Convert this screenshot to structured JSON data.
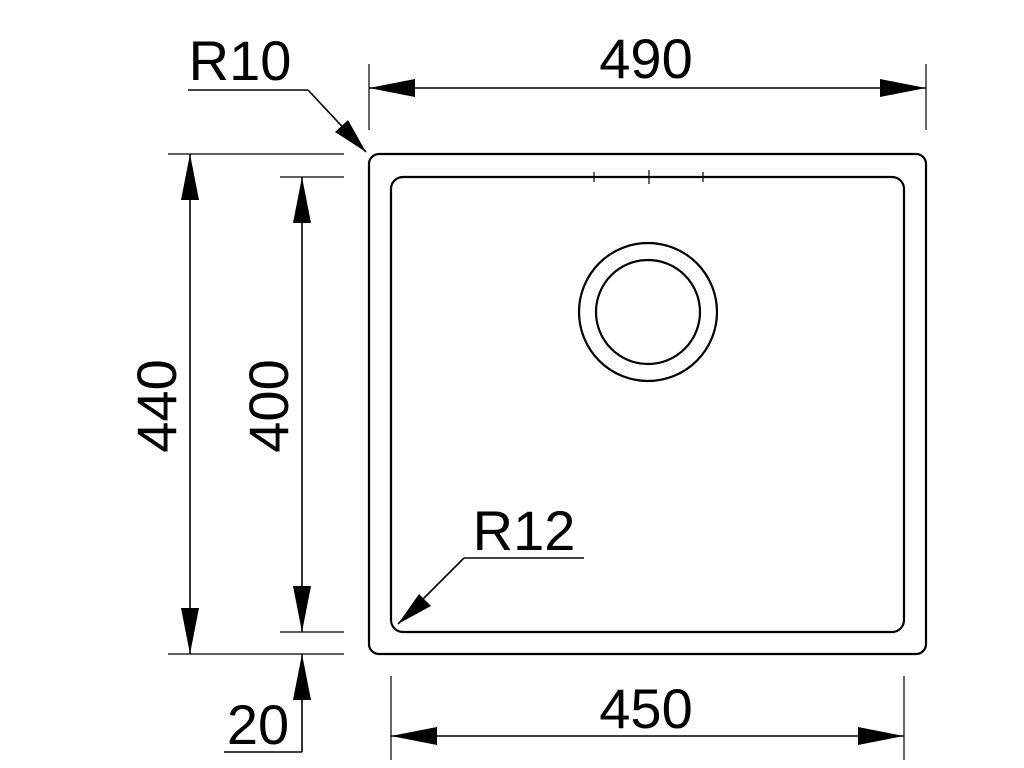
{
  "colors": {
    "ink": "#000000",
    "paper": "#ffffff"
  },
  "dimensions": {
    "outer_width": "490",
    "inner_width": "450",
    "outer_height": "440",
    "inner_height": "400",
    "rim_offset": "20",
    "outer_radius": "R10",
    "inner_radius": "R12"
  }
}
